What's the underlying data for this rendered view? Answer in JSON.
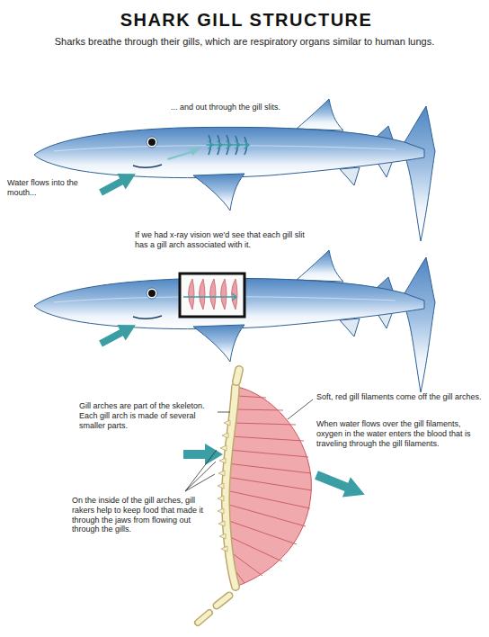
{
  "diagram": {
    "title": "SHARK GILL STRUCTURE",
    "labels": [
      "Sharks breathe through their gills, which are respiratory organs similar to human lungs.",
      "... and out through the gill slits.",
      "Water flows into the mouth...",
      "If we had x-ray vision we'd see that each gill slit has a gill arch associated with it.",
      "Gill arches are part of the skeleton. Each gill arch is made of several smaller parts.",
      "Soft, red gill filaments come off the gill arches.",
      "When water flows over the gill filaments, oxygen in the water enters the blood that is traveling through the gill filaments.",
      "On the inside of the gill arches, gill rakers help to keep food that made it through the jaws from flowing out through the gills."
    ]
  }
}
